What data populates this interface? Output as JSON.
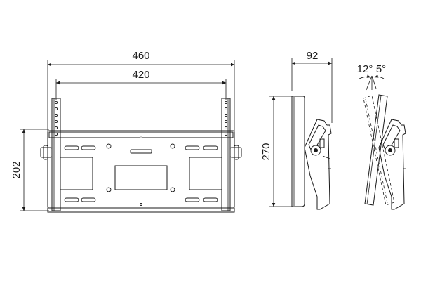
{
  "dimensions": {
    "overall_width": "460",
    "hole_span": "420",
    "height_202": "202",
    "depth": "92",
    "height_270": "270",
    "tilt_up": "12°",
    "tilt_down": "5°"
  }
}
